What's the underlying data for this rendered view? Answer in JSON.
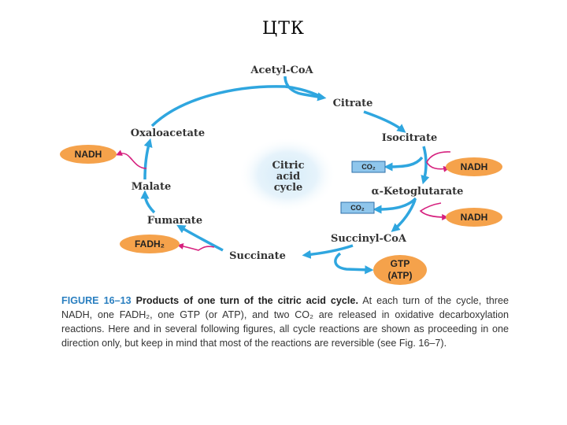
{
  "slide": {
    "title": "ЦТК"
  },
  "diagram": {
    "center": [
      "Citric",
      "acid",
      "cycle"
    ],
    "metabolites": {
      "acetyl_coa": "Acetyl-CoA",
      "citrate": "Citrate",
      "isocitrate": "Isocitrate",
      "ketoglutarate": "α-Ketoglutarate",
      "succinyl_coa": "Succinyl-CoA",
      "succinate": "Succinate",
      "fumarate": "Fumarate",
      "malate": "Malate",
      "oxaloacetate": "Oxaloacetate"
    },
    "products": {
      "nadh_malate": "NADH",
      "nadh_isocitrate": "NADH",
      "nadh_ketoglutarate": "NADH",
      "fadh2": "FADH₂",
      "gtp": "GTP",
      "atp": "(ATP)",
      "co2_1": "CO₂",
      "co2_2": "CO₂"
    },
    "colors": {
      "cycle_arrow": "#2fa6df",
      "cofactor_arrow": "#d6207e",
      "product_badge": "#f5a24b",
      "co2_box": "#8fc6ec",
      "center_glow": "#d5ebf8",
      "figure_label": "#2a7fc0"
    }
  },
  "caption": {
    "label": "FIGURE 16–13",
    "title": "Products of one turn of the citric acid cycle.",
    "body": "At each turn of the cycle, three NADH, one FADH₂, one GTP (or ATP), and two CO₂ are released in oxidative decarboxylation reactions. Here and in several following figures, all cycle reactions are shown as proceeding in one direction only, but keep in mind that most of the reactions are reversible (see Fig. 16–7)."
  }
}
